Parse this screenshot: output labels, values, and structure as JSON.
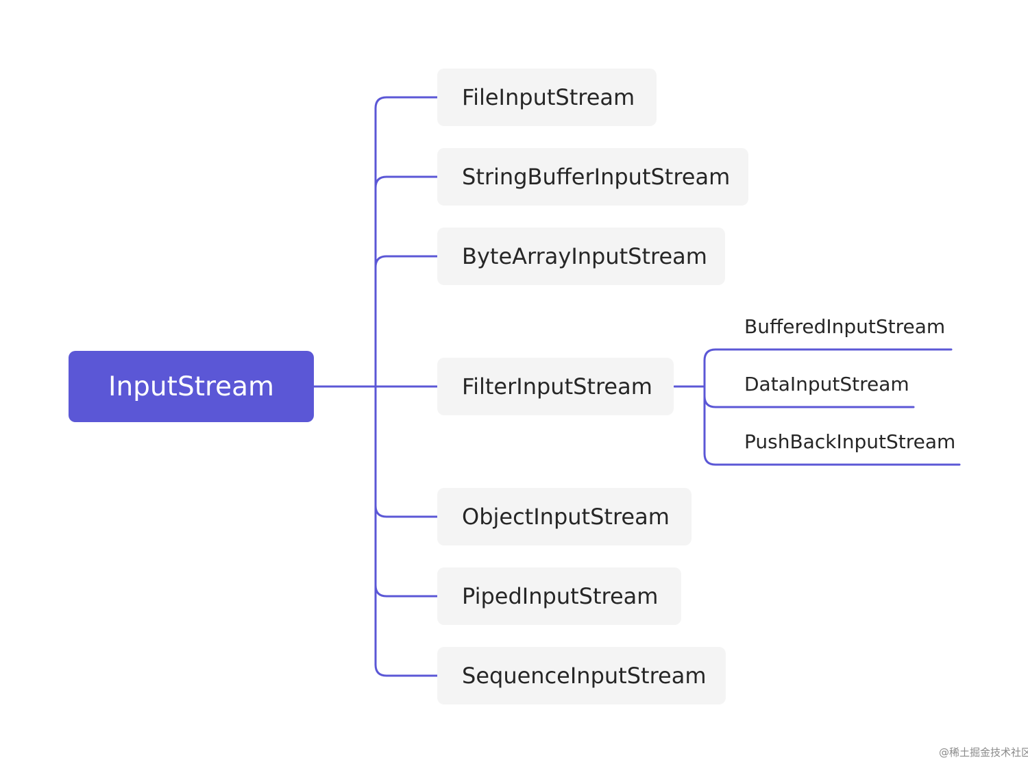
{
  "root": {
    "label": "InputStream"
  },
  "children": [
    {
      "label": "FileInputStream"
    },
    {
      "label": "StringBufferInputStream"
    },
    {
      "label": "ByteArrayInputStream"
    },
    {
      "label": "FilterInputStream",
      "children": [
        {
          "label": "BufferedInputStream"
        },
        {
          "label": "DataInputStream"
        },
        {
          "label": "PushBackInputStream"
        }
      ]
    },
    {
      "label": "ObjectInputStream"
    },
    {
      "label": "PipedInputStream"
    },
    {
      "label": "SequenceInputStream"
    }
  ],
  "watermark": "@稀土掘金技术社区",
  "colors": {
    "accent": "#5b57d6",
    "node_background": "#f4f4f4",
    "text": "#262626",
    "root_text": "#ffffff"
  }
}
